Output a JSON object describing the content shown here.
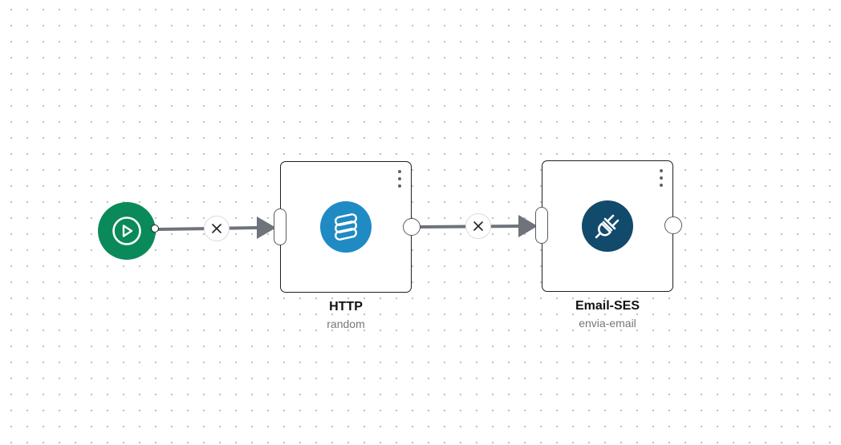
{
  "canvas": {
    "background_color": "#ffffff",
    "grid_dot_color": "#b9b9b9"
  },
  "trigger": {
    "icon": "play-icon",
    "color": "#0a8a5a"
  },
  "edges": [
    {
      "from": "trigger",
      "to": "http",
      "delete_icon": "close-icon"
    },
    {
      "from": "http",
      "to": "email-ses",
      "delete_icon": "close-icon"
    }
  ],
  "nodes": [
    {
      "id": "http",
      "title": "HTTP",
      "subtitle": "random",
      "icon": "layers-icon",
      "icon_color": "#1f8ac4",
      "menu_icon": "more-vertical-icon"
    },
    {
      "id": "email-ses",
      "title": "Email-SES",
      "subtitle": "envia-email",
      "icon": "plug-icon",
      "icon_color": "#124a6b",
      "menu_icon": "more-vertical-icon"
    }
  ]
}
